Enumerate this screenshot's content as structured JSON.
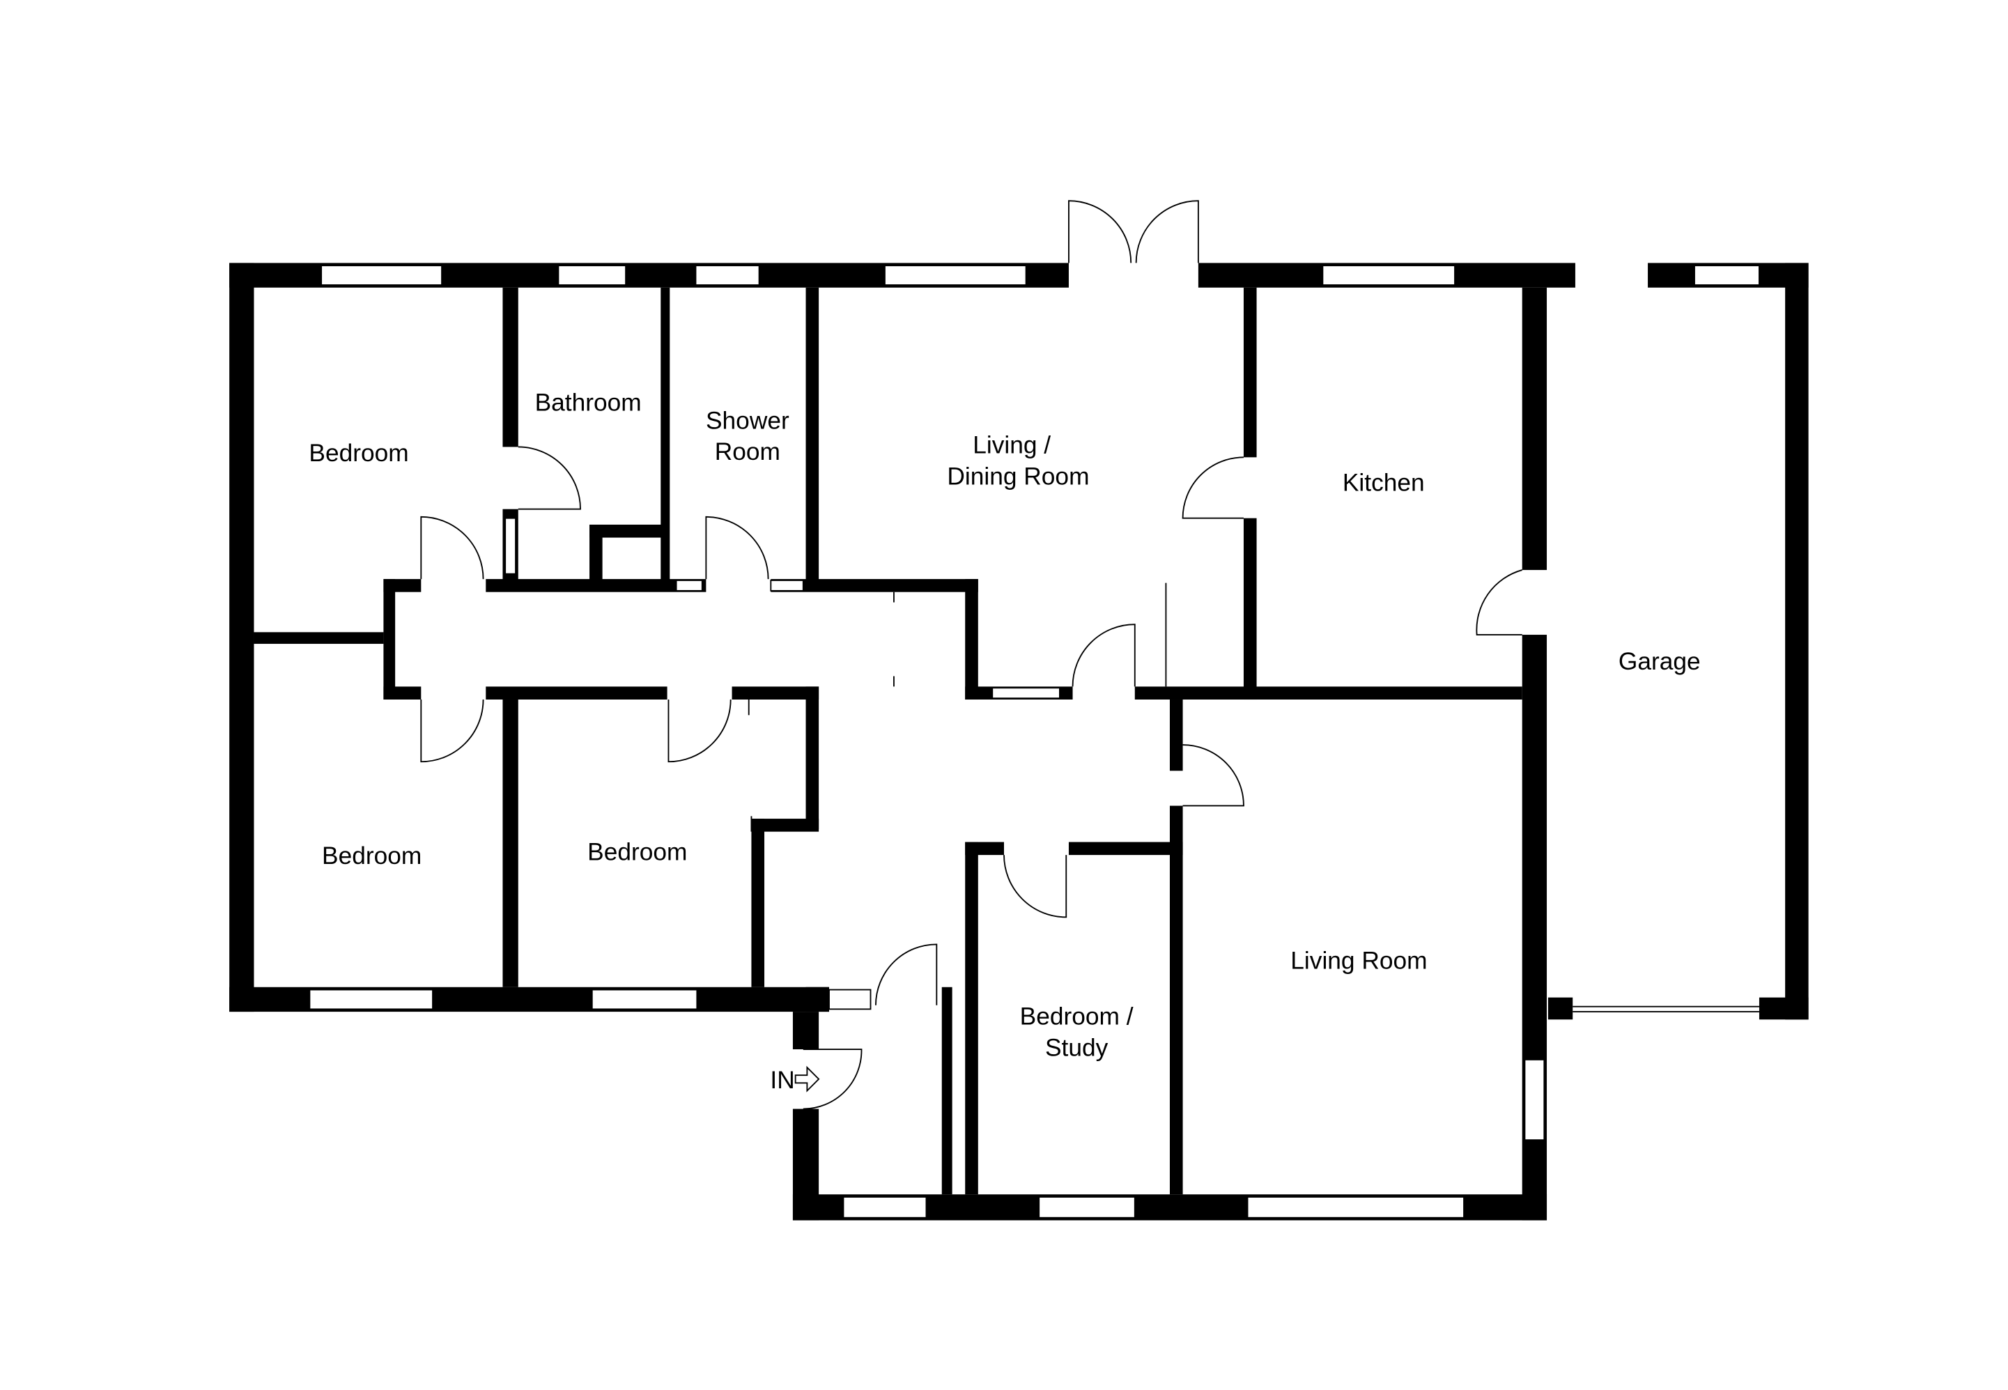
{
  "rooms": {
    "bedroom_1": "Bedroom",
    "bathroom": "Bathroom",
    "shower_room_l1": "Shower",
    "shower_room_l2": "Room",
    "living_dining_l1": "Living /",
    "living_dining_l2": "Dining Room",
    "kitchen": "Kitchen",
    "garage": "Garage",
    "bedroom_2": "Bedroom",
    "bedroom_3": "Bedroom",
    "living_room": "Living Room",
    "bedroom_study_l1": "Bedroom /",
    "bedroom_study_l2": "Study"
  },
  "entrance_label": "IN"
}
